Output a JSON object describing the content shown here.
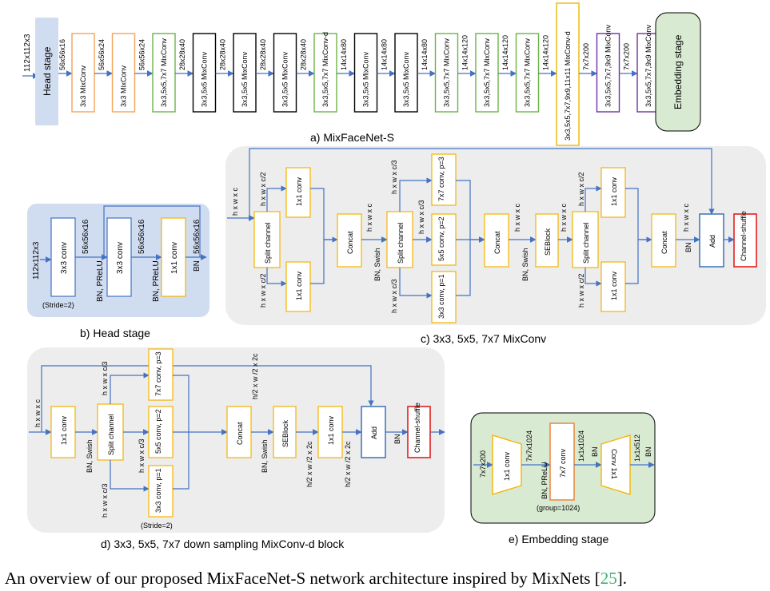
{
  "a": {
    "caption": "a) MixFaceNet-S",
    "input": "112x112x3",
    "head": "Head stage",
    "blocks": [
      {
        "label": "3x3 MixConv",
        "color": "#F4A259"
      },
      {
        "label": "3x3 MixConv",
        "color": "#F4A259"
      },
      {
        "label": "3x3,5x5,7x7 MixConv",
        "color": "#6BB34A"
      },
      {
        "label": "3x3,5x5 MixConv",
        "color": "#000000"
      },
      {
        "label": "3x3,5x5 MixConv",
        "color": "#000000"
      },
      {
        "label": "3x3,5x5 MixConv",
        "color": "#000000"
      },
      {
        "label": "3x3,5x5,7x7 MixConv-d",
        "color": "#6BB34A"
      },
      {
        "label": "3x3,5x5 MixConv",
        "color": "#000000"
      },
      {
        "label": "3x3,5x5 MixConv",
        "color": "#000000"
      },
      {
        "label": "3x3,5x5,7x7 MixConv",
        "color": "#6BB34A"
      },
      {
        "label": "3x3,5x5,7x7 MixConv",
        "color": "#6BB34A"
      },
      {
        "label": "3x3,5x5,7x7 MixConv",
        "color": "#6BB34A"
      },
      {
        "label": "3x3,5x5,7x7,9x9,11x11 MixConv-d",
        "color": "#E8B800"
      },
      {
        "label": "3x3,5x5,7x7,9x9 MixConv",
        "color": "#7030A0"
      },
      {
        "label": "3x3,5x5,7x7,9x9 MixConv",
        "color": "#7030A0"
      }
    ],
    "dims": [
      "56x56x16",
      "56x56x24",
      "56x56x24",
      "28x28x40",
      "28x28x40",
      "28x28x40",
      "28x28x40",
      "14x14x80",
      "14x14x80",
      "14x14x80",
      "14x14x120",
      "14x14x120",
      "14x14x120",
      "7x7x200",
      "7x7x200",
      "7x7x200"
    ],
    "embedding": "Embedding stage"
  },
  "b": {
    "caption": "b) Head stage",
    "input": "112x112x3",
    "conv1": "3x3 conv",
    "stride": "(Stride=2)",
    "d1": "56x56x16",
    "bn1": "BN, PReLU",
    "conv2": "3x3 conv",
    "d2": "56x56x16",
    "bn2": "BN, PReLU",
    "conv3": "1x1 conv",
    "d3": "56x56x16",
    "bn3": "BN"
  },
  "c": {
    "caption": "c) 3x3, 5x5, 7x7 MixConv",
    "in": "h x w x c",
    "split": "Split channel",
    "c2a": "h x w x c/2",
    "c2b": "h x w x c/2",
    "conv1x1": "1x1 conv",
    "concat": "Concat",
    "hwc": "h x w x c",
    "bnswish": "BN, Swish",
    "c3a": "h x w x c/3",
    "c3b": "h x w x c/3",
    "c3c": "h x w x c/3",
    "k7": "7x7 conv, p=3",
    "k5": "5x5 conv, p=2",
    "k3": "3x3 conv, p=1",
    "seblock": "SEBlock",
    "bn": "BN",
    "add": "Add",
    "shuffle": "Channel-shuffle"
  },
  "d": {
    "caption": "d) 3x3, 5x5, 7x7 down sampling MixConv-d block",
    "in": "h x w x c",
    "conv1": "1x1 conv",
    "bnswish": "BN, Swish",
    "split": "Split channel",
    "c3a": "h x w x c/3",
    "c3b": "h x w x c/3",
    "c3c": "h x w x c/3",
    "k7": "7x7 conv, p=3",
    "k5": "5x5 conv, p=2",
    "k3": "3x3 conv, p=1",
    "stride": "(Stride=2)",
    "half": "h/2 x w /2 x 2c",
    "concat": "Concat",
    "seblock": "SEBlock",
    "conv2": "1x1 conv",
    "add": "Add",
    "bn": "BN",
    "shuffle": "Channel-shuffle"
  },
  "e": {
    "caption": "e) Embedding stage",
    "in": "7x7x200",
    "conv1": "1x1 conv",
    "d1": "7x7x1024",
    "bnprelu": "BN, PReLU",
    "conv2": "7x7 conv",
    "group": "(group=1024)",
    "d2": "1x1x1024",
    "bn": "BN",
    "conv3": "Conv 1x1",
    "d3": "1x1x512",
    "bn2": "BN"
  },
  "figure_caption_main": "An overview of our proposed MixFaceNet-S network architecture inspired by MixNets [",
  "figure_caption_ref": "25",
  "figure_caption_end": "]."
}
